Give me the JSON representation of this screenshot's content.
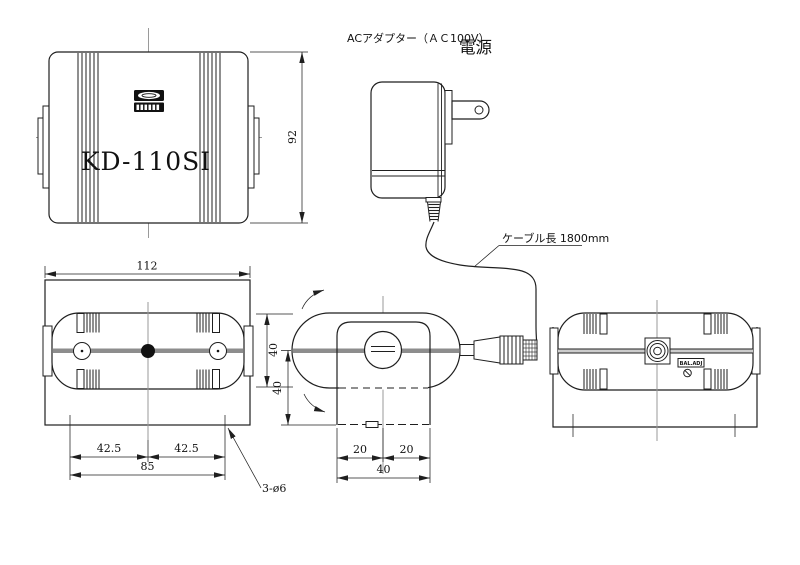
{
  "front_view": {
    "model_label": "KD-110SI",
    "dim_height": "92"
  },
  "adapter": {
    "label": "ACアダプター（ＡＣ100V）",
    "power_title": "電源",
    "cable_length_label": "ケーブル長 1800mm"
  },
  "top_view": {
    "dim_width": "112",
    "dim_pitch_left": "42.5",
    "dim_pitch_right": "42.5",
    "dim_span": "85",
    "holes_label": "3-ø6"
  },
  "side_view": {
    "dim_body_height": "40",
    "dim_mount_height": "40",
    "dim_half_left": "20",
    "dim_half_right": "20",
    "dim_bracket_width": "40"
  },
  "rear_view": {
    "bal_adj_label": "BAL.ADJ"
  },
  "colors": {
    "line": "#1f1f1f",
    "centerline": "#9a9a9a",
    "band": "#8d8d8d"
  }
}
